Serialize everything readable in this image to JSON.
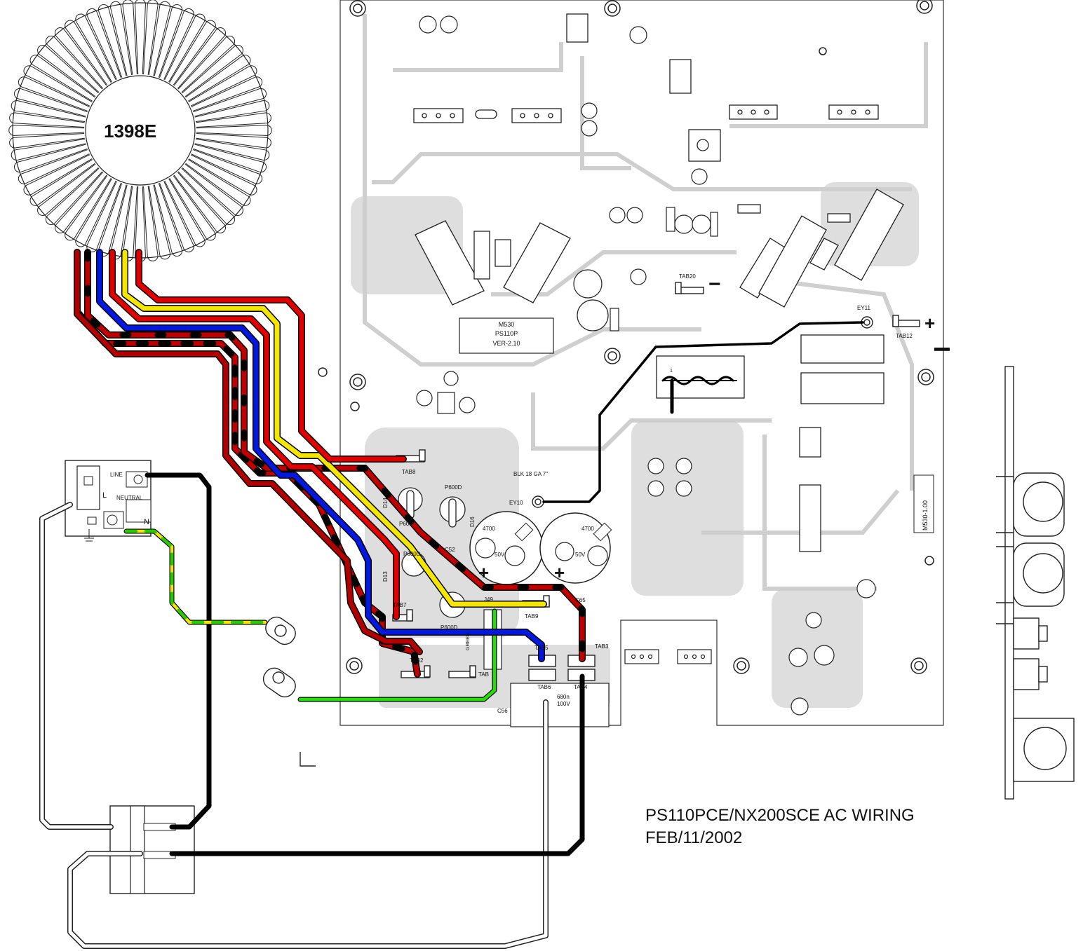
{
  "caption": {
    "title": "PS110PCE/NX200SCE AC WIRING",
    "date": "FEB/11/2002"
  },
  "transformer": {
    "label": "1398E"
  },
  "board": {
    "name_line1": "M530",
    "name_line2": "PS110P",
    "name_line3": "VER-2.10",
    "vertical_label": "M530-1.00",
    "wire_note": "BLK 18 GA 7\"",
    "minus_sign": "−",
    "plus_sign": "+"
  },
  "power_entry": {
    "line": "LINE",
    "neutral": "NEUTRAL",
    "l": "L",
    "n": "N"
  },
  "components": {
    "cap_4700": "4700",
    "cap_50v": "50V",
    "cap_680n": "680n",
    "cap_100v": "100V",
    "p600d": "P600D",
    "p600": "P600",
    "d14": "D14",
    "d16": "D16",
    "d13": "D13",
    "c52": "C52",
    "c65": "C65",
    "c56": "C56",
    "j49": "J49",
    "green": "GREEN",
    "one": "1"
  },
  "tabs": {
    "tab8": "TAB8",
    "tab7": "TAB7",
    "tab9": "TAB9",
    "tab2": "TAB2",
    "tab": "TAB",
    "tab5": "TAB5",
    "tab3": "TAB3",
    "tab6": "TAB6",
    "tab4": "TAB4",
    "tab20": "TAB20",
    "tab12": "TAB12",
    "ey11": "EY11",
    "ey10": "EY10"
  },
  "colors": {
    "red": "#e00000",
    "black": "#000000",
    "blue": "#0018e0",
    "yellow": "#f5e600",
    "green": "#22e000",
    "trace": "#d6d6d6"
  }
}
